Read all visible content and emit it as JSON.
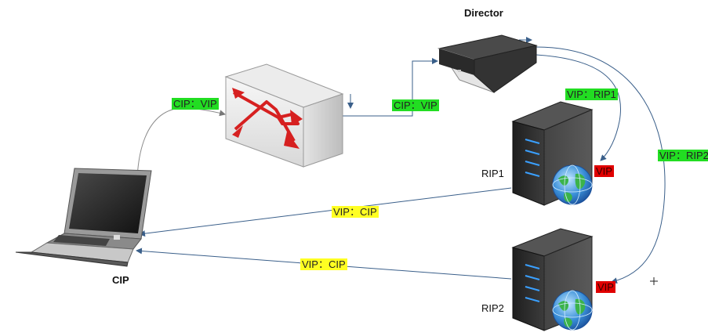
{
  "nodes": {
    "director_label": "Director",
    "client_label": "CIP",
    "real_server_1_label": "RIP1",
    "real_server_2_label": "RIP2"
  },
  "packet_labels": {
    "client_to_switch": "CIP：VIP",
    "switch_to_director": "CIP：VIP",
    "director_to_rip1": "VIP：RIP1",
    "director_to_rip2": "VIP：RIP2",
    "rip1_to_client": "VIP：CIP",
    "rip2_to_client": "VIP：CIP",
    "rip1_vip": "VIP",
    "rip2_vip": "VIP"
  },
  "colors": {
    "arrow": "#3a5f8a",
    "client_arrow": "#8a8a8a",
    "request_tag": "#22dd22",
    "reply_tag": "#ffff22",
    "vip_tag": "#e00000"
  },
  "icons": [
    "laptop-icon",
    "switch-icon",
    "director-server-icon",
    "server-globe-icon"
  ]
}
